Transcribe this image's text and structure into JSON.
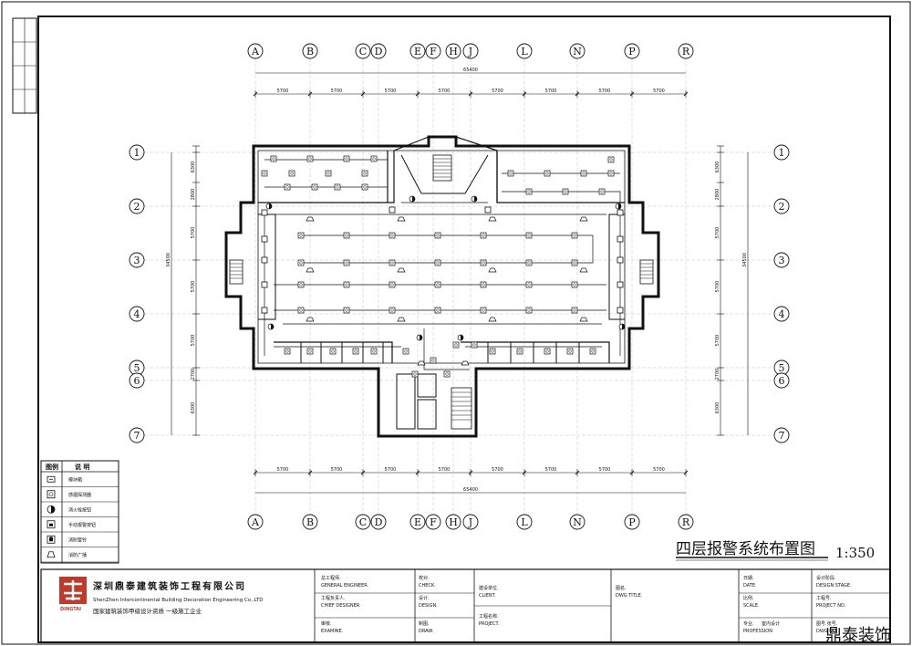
{
  "axes_top": [
    "A",
    "B",
    "C",
    "D",
    "E",
    "F",
    "H",
    "J",
    "L",
    "N",
    "P",
    "R"
  ],
  "axes_side": [
    "1",
    "2",
    "3",
    "4",
    "5",
    "6",
    "7"
  ],
  "dimensions": {
    "total": "65400",
    "spans": [
      "5700",
      "5700",
      "5700",
      "5700",
      "5700",
      "5700",
      "5700",
      "5700"
    ],
    "side_total": "34500",
    "side_spans": [
      "6300",
      "2800",
      "5700",
      "5700",
      "5700",
      "2700",
      "6300"
    ]
  },
  "legend": {
    "header_symbol": "图例",
    "header_desc": "说 明",
    "items": [
      {
        "icon": "module-box-icon",
        "label": "模块箱"
      },
      {
        "icon": "smoke-detector-icon",
        "label": "感烟探测器"
      },
      {
        "icon": "hydrant-button-icon",
        "label": "消火栓按钮"
      },
      {
        "icon": "manual-alarm-icon",
        "label": "手动报警按钮"
      },
      {
        "icon": "alarm-bell-icon",
        "label": "消防警铃"
      },
      {
        "icon": "broadcast-speaker-icon",
        "label": "消防广播"
      }
    ]
  },
  "drawing_title": "四层报警系统布置图",
  "scale": "1:350",
  "company": {
    "name_cn": "深圳鼎泰建筑装饰工程有限公司",
    "name_en": "ShenZhen Intercontinental Building Decoration Engineering Co.,LTD",
    "qualification": "国家建筑装饰甲级设计资质  一级施工企业",
    "logo_text": "DINGTAI"
  },
  "title_block": {
    "general_engineer": {
      "cn": "总工程师.",
      "en": "GENERAL ENGINEER."
    },
    "chief_designer": {
      "cn": "工程负责人.",
      "en": "CHIEF DESIGNER."
    },
    "examine": {
      "cn": "审核.",
      "en": "EXAMINE."
    },
    "check": {
      "cn": "校对.",
      "en": "CHECK."
    },
    "design": {
      "cn": "设计.",
      "en": "DESIGN."
    },
    "draw": {
      "cn": "制图.",
      "en": "DRAW."
    },
    "client": {
      "cn": "建设单位.",
      "en": "CLIENT."
    },
    "project": {
      "cn": "工程名称.",
      "en": "PROJECT."
    },
    "dwg_title": {
      "cn": "图名.",
      "en": "DWG TITLE."
    },
    "date": {
      "cn": "日期.",
      "en": "DATE."
    },
    "scale": {
      "cn": "比例.",
      "en": "SCALE."
    },
    "profession": {
      "cn": "专业.",
      "en": "PROFESSION",
      "value": "室内设计"
    },
    "design_stage": {
      "cn": "设计阶段.",
      "en": "DESIGN STAGE."
    },
    "project_no": {
      "cn": "工程号.",
      "en": "PROJECT NO."
    },
    "dwg_no": {
      "cn": "图号.张号.",
      "en": "DWG NO."
    }
  },
  "watermark": "鼎泰装饰"
}
